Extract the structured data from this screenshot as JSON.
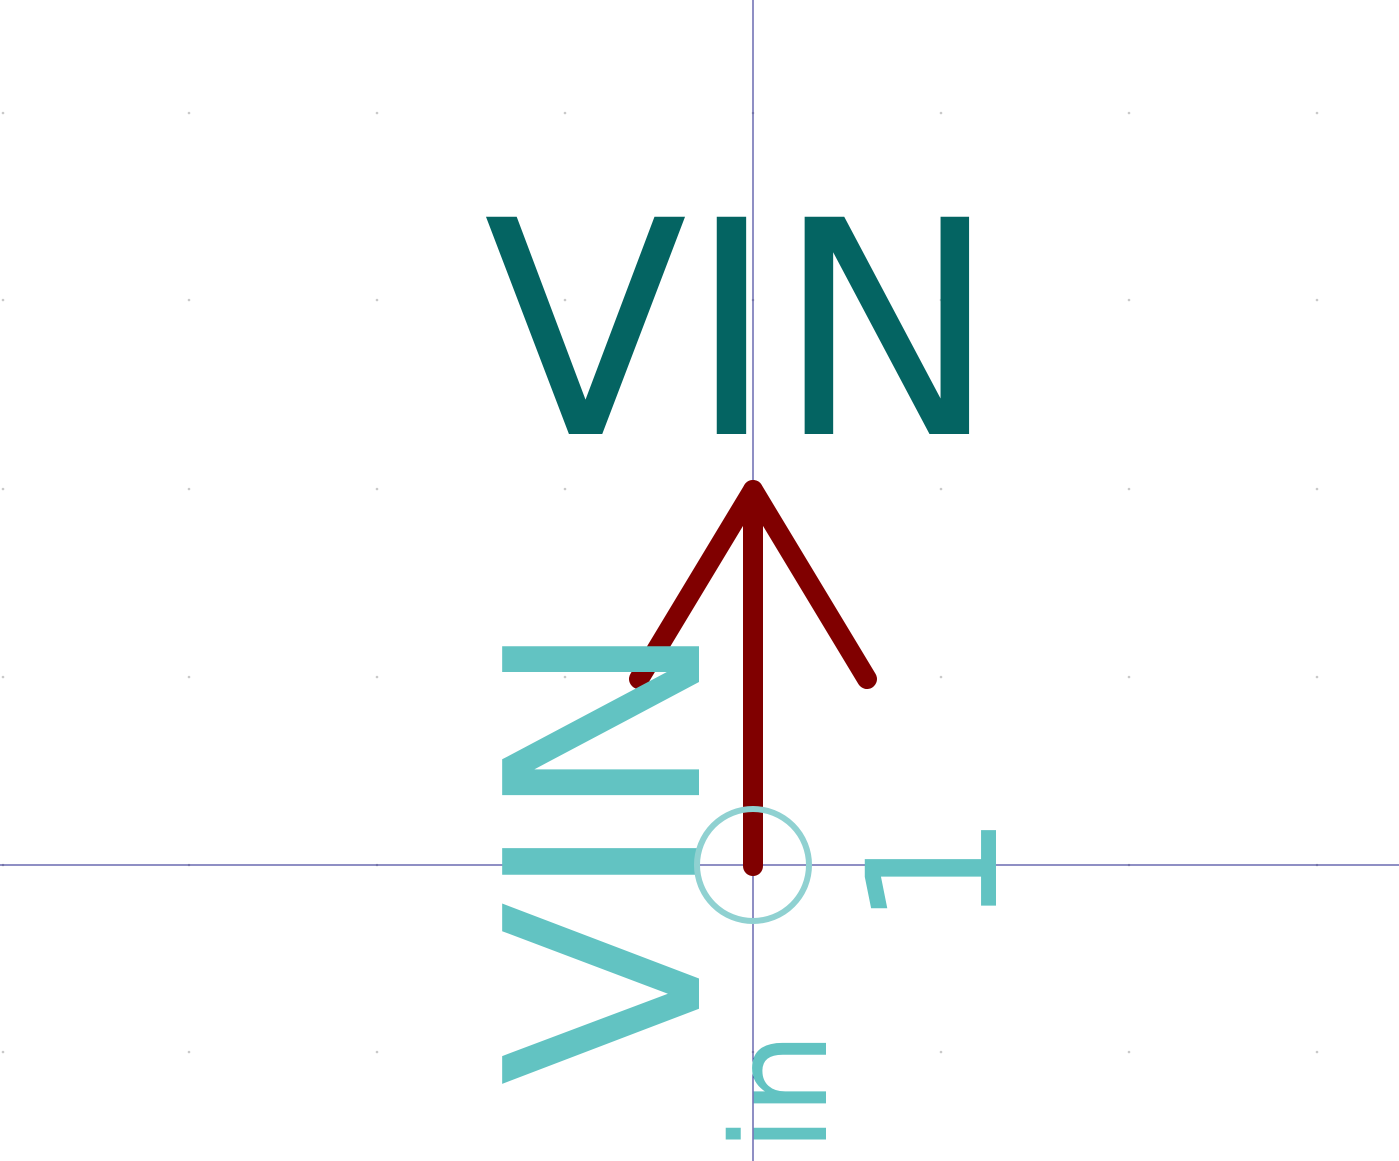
{
  "symbol": {
    "value_text": "VIN",
    "pin_name_text": "VIN",
    "pin_number_text": "1",
    "pin_type_text": "in"
  },
  "colors": {
    "background": "#ffffff",
    "grid_dot": "#c9c9c9",
    "axis": "#1f1f8a",
    "value_text": "#046462",
    "symbol_body": "#800000",
    "pin_text": "#62c3c2",
    "pin_anchor": "#8fd1d1"
  },
  "icons": {
    "power_arrow": "arrow-up-icon",
    "pin_anchor": "circle-icon"
  }
}
